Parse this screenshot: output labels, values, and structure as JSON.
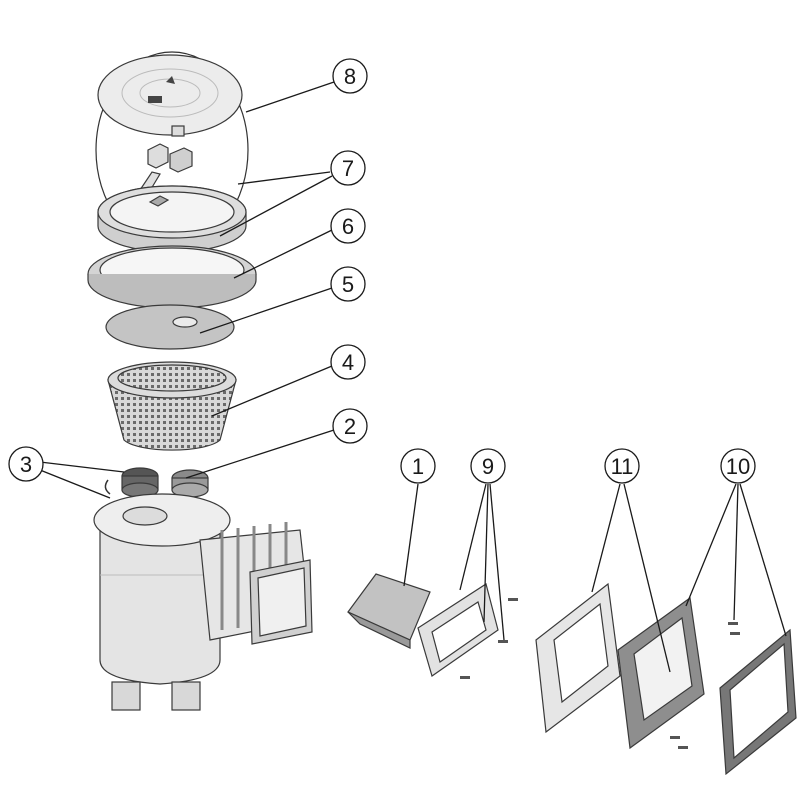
{
  "diagram": {
    "colors": {
      "stroke": "#1a1a1a",
      "part_light": "#e8e8e8",
      "part_mid": "#c8c8c8",
      "part_dark": "#8a8a8a",
      "part_darker": "#555555"
    },
    "callouts": [
      {
        "id": "c8",
        "label": "8"
      },
      {
        "id": "c7",
        "label": "7"
      },
      {
        "id": "c6",
        "label": "6"
      },
      {
        "id": "c5",
        "label": "5"
      },
      {
        "id": "c4",
        "label": "4"
      },
      {
        "id": "c2",
        "label": "2"
      },
      {
        "id": "c3",
        "label": "3"
      },
      {
        "id": "c1",
        "label": "1"
      },
      {
        "id": "c9",
        "label": "9"
      },
      {
        "id": "c11",
        "label": "11"
      },
      {
        "id": "c10",
        "label": "10"
      }
    ]
  }
}
